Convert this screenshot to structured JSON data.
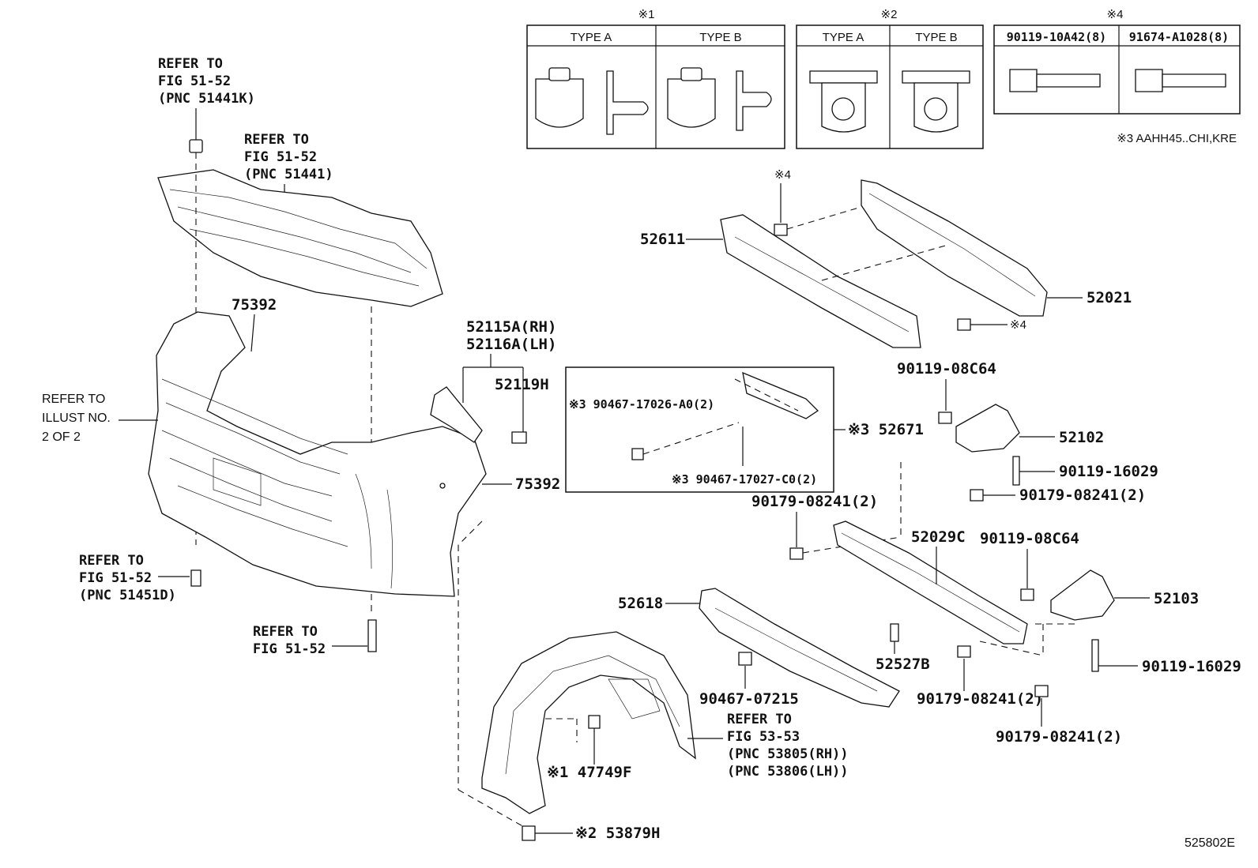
{
  "legend": {
    "note1": {
      "mark": "※1",
      "cols": [
        "TYPE A",
        "TYPE B"
      ]
    },
    "note2": {
      "mark": "※2",
      "cols": [
        "TYPE A",
        "TYPE B"
      ]
    },
    "note4": {
      "mark": "※4",
      "cols": [
        "90119-10A42(8)",
        "91674-A1028(8)"
      ]
    },
    "note3": "※3 AAHH45..CHI,KRE"
  },
  "labels": {
    "ref_51441k": [
      "REFER TO",
      "FIG 51-52",
      "(PNC 51441K)"
    ],
    "ref_51441": [
      "REFER TO",
      "FIG 51-52",
      "(PNC 51441)"
    ],
    "ref_illust": [
      "REFER TO",
      "ILLUST NO.",
      "2 OF 2"
    ],
    "ref_51451d": [
      "REFER TO",
      "FIG 51-52",
      "(PNC 51451D)"
    ],
    "ref_5152": [
      "REFER TO",
      "FIG 51-52"
    ],
    "ref_5353": [
      "REFER TO",
      "FIG 53-53",
      "(PNC 53805(RH))",
      "(PNC 53806(LH))"
    ],
    "p75392_top": "75392",
    "p75392_right": "75392",
    "p52115a": "52115A(RH)",
    "p52116a": "52116A(LH)",
    "p52119h": "52119H",
    "p52611": "52611",
    "p52021": "52021",
    "star4_top": "※4",
    "star4_bottom": "※4",
    "p90119_08c64_a": "90119-08C64",
    "p52102": "52102",
    "p90119_16029_a": "90119-16029",
    "p90179_08241_a": "90179-08241(2)",
    "p52671": "※3 52671",
    "p90467_17026": "※3 90467-17026-A0(2)",
    "p90467_17027": "※3 90467-17027-C0(2)",
    "p90179_08241_b": "90179-08241(2)",
    "p52029c": "52029C",
    "p90119_08c64_b": "90119-08C64",
    "p52103": "52103",
    "p52618": "52618",
    "p52527b": "52527B",
    "p90119_16029_b": "90119-16029",
    "p90179_08241_c": "90179-08241(2)",
    "p90179_08241_d": "90179-08241(2)",
    "p90467_07215": "90467-07215",
    "p47749f": "※1 47749F",
    "p53879h": "※2 53879H",
    "fig_id": "525802E"
  }
}
